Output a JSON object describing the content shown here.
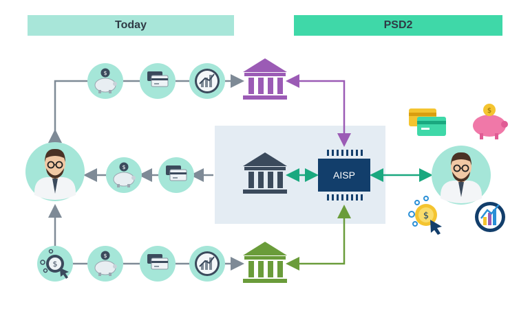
{
  "headers": {
    "today": "Today",
    "psd2": "PSD2"
  },
  "aisp": {
    "label": "AISP"
  },
  "colors": {
    "today_header": "#a8e6d9",
    "psd2_header": "#3fd8a8",
    "bank_purple": "#9b5bb5",
    "bank_dark": "#3b4a5c",
    "bank_green": "#6a9c3a",
    "chip": "#123e6b",
    "connector_gray": "#7e8a96",
    "connector_teal": "#1aa87f",
    "icon_circle": "#a5e6d8",
    "highlight_panel": "#e4ecf3"
  },
  "icons": [
    "piggy-bank-icon",
    "credit-card-icon",
    "growth-chart-icon",
    "bank-icon",
    "person-icon",
    "coin-click-icon",
    "chip-icon"
  ]
}
